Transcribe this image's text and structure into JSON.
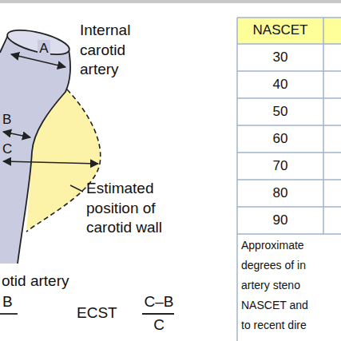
{
  "diagram": {
    "labels": [
      "Internal carotid artery",
      "A",
      "B",
      "C",
      "Estimated position of carotid wall",
      "otid artery",
      "B",
      "ECST",
      "C–B",
      "C",
      "NASCET",
      "30",
      "40",
      "50",
      "60",
      "70",
      "80",
      "90",
      "Approximate",
      "degrees of in",
      "artery steno",
      "NASCET and",
      "to recent dire"
    ]
  }
}
